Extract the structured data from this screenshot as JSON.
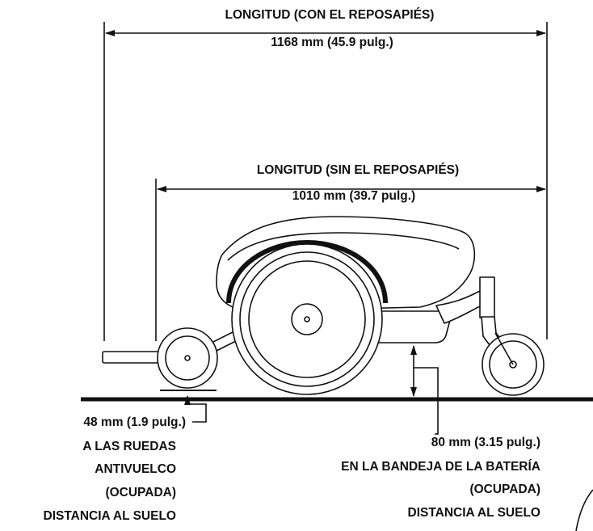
{
  "dimensions": {
    "overall_length": {
      "title": "LONGITUD (CON EL REPOSAPIÉS)",
      "value": "1168 mm (45.9 pulg.)"
    },
    "length_without_footrest": {
      "title": "LONGITUD (SIN EL REPOSAPIÉS)",
      "value": "1010 mm (39.7 pulg.)"
    },
    "antitip_clearance": {
      "lines": [
        "48 mm (1.9 pulg.)",
        "A LAS RUEDAS",
        "ANTIVUELCO",
        "(OCUPADA)",
        "DISTANCIA AL SUELO"
      ]
    },
    "battery_tray_clearance": {
      "lines": [
        "80 mm (3.15 pulg.)",
        "EN LA BANDEJA DE LA BATERÍA",
        "(OCUPADA)",
        "DISTANCIA AL SUELO"
      ]
    }
  },
  "colors": {
    "line": "#111111",
    "background": "#ffffff"
  }
}
